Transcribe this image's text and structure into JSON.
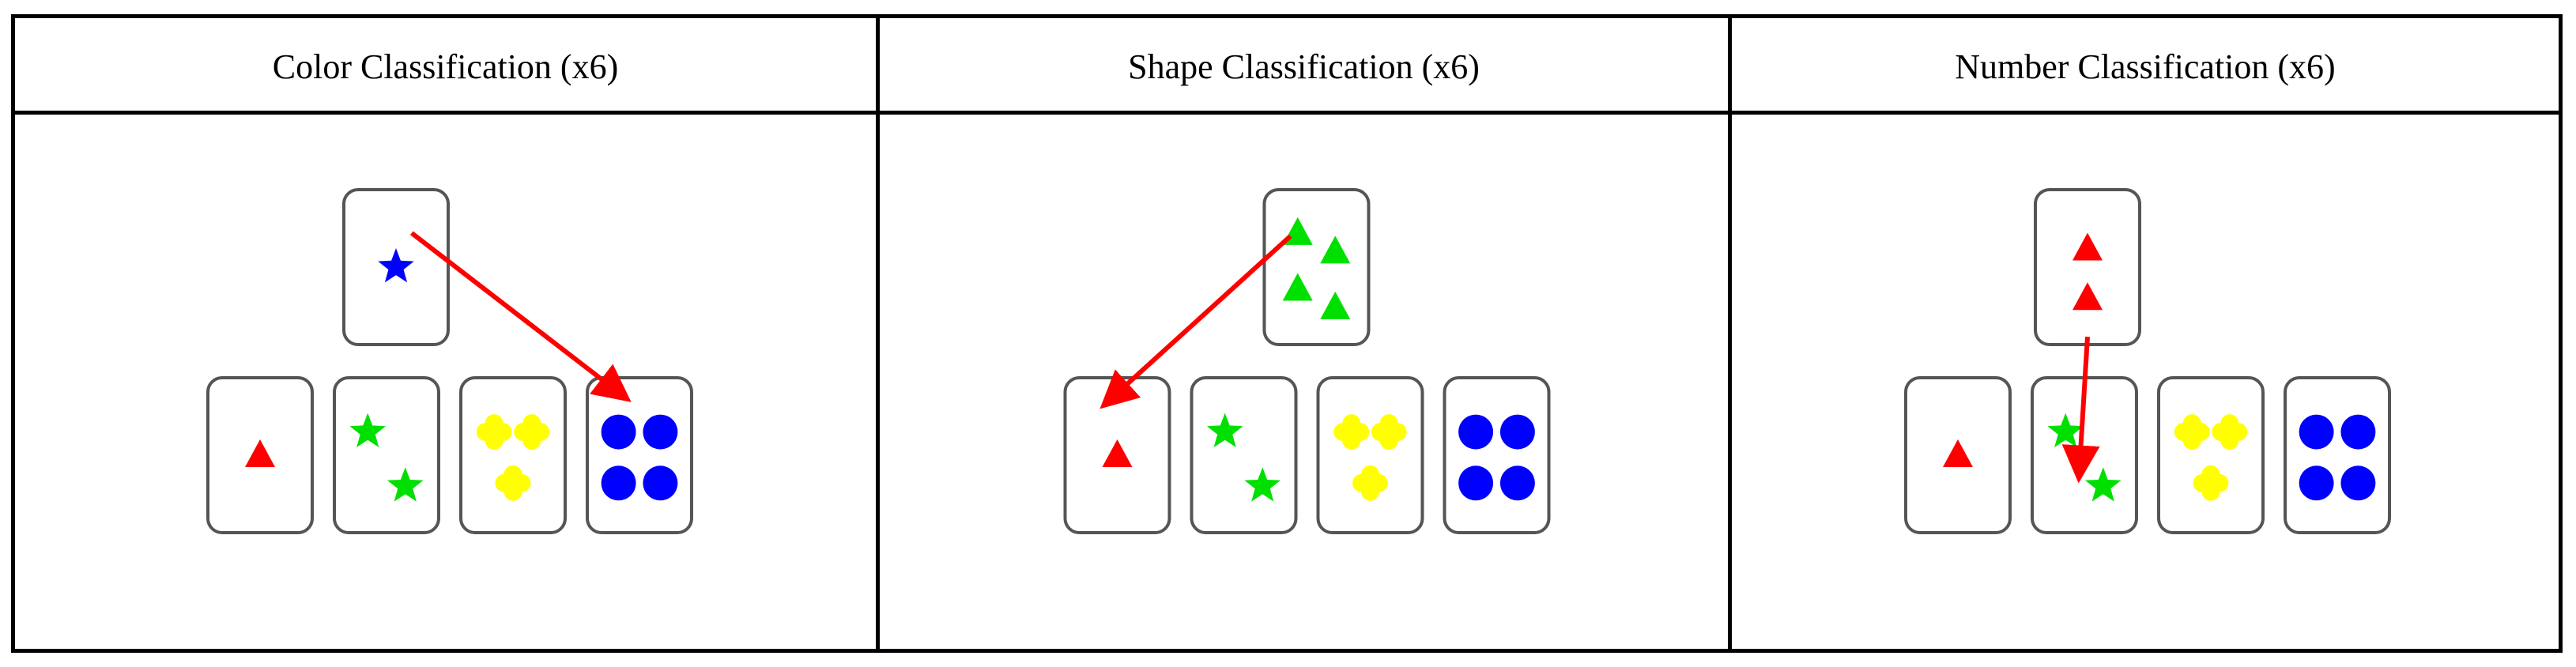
{
  "panels": [
    {
      "title": "Color Classification (x6)",
      "target_card": {
        "shape": "star",
        "color": "blue",
        "count": 1
      },
      "reference_cards": [
        {
          "shape": "triangle",
          "color": "red",
          "count": 1
        },
        {
          "shape": "star",
          "color": "green",
          "count": 2
        },
        {
          "shape": "cross",
          "color": "yellow",
          "count": 3
        },
        {
          "shape": "circle",
          "color": "blue",
          "count": 4
        }
      ],
      "match_index": 3
    },
    {
      "title": "Shape Classification (x6)",
      "target_card": {
        "shape": "triangle",
        "color": "green",
        "count": 4
      },
      "reference_cards": [
        {
          "shape": "triangle",
          "color": "red",
          "count": 1
        },
        {
          "shape": "star",
          "color": "green",
          "count": 2
        },
        {
          "shape": "cross",
          "color": "yellow",
          "count": 3
        },
        {
          "shape": "circle",
          "color": "blue",
          "count": 4
        }
      ],
      "match_index": 0
    },
    {
      "title": "Number Classification (x6)",
      "target_card": {
        "shape": "triangle",
        "color": "red",
        "count": 2
      },
      "reference_cards": [
        {
          "shape": "triangle",
          "color": "red",
          "count": 1
        },
        {
          "shape": "star",
          "color": "green",
          "count": 2
        },
        {
          "shape": "cross",
          "color": "yellow",
          "count": 3
        },
        {
          "shape": "circle",
          "color": "blue",
          "count": 4
        }
      ],
      "match_index": 1
    }
  ],
  "colors": {
    "red": "#ff0000",
    "green": "#00e000",
    "yellow": "#ffff00",
    "blue": "#0000ff",
    "arrow": "#ff0000",
    "card_border": "#555555"
  }
}
